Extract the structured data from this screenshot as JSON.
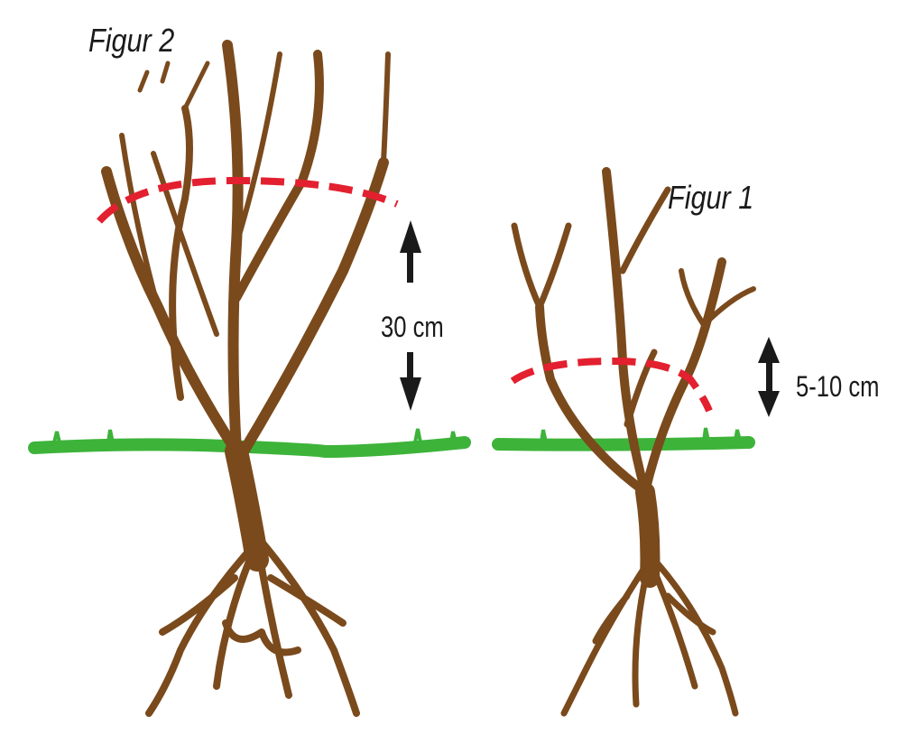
{
  "figure2": {
    "title": "Figur 2",
    "height_label": "30 cm"
  },
  "figure1": {
    "title": "Figur 1",
    "height_label": "5-10 cm"
  },
  "colors": {
    "branch": "#7a4a1c",
    "cut_line": "#e3202f",
    "grass": "#3db33a",
    "arrow": "#1a1a1a"
  }
}
